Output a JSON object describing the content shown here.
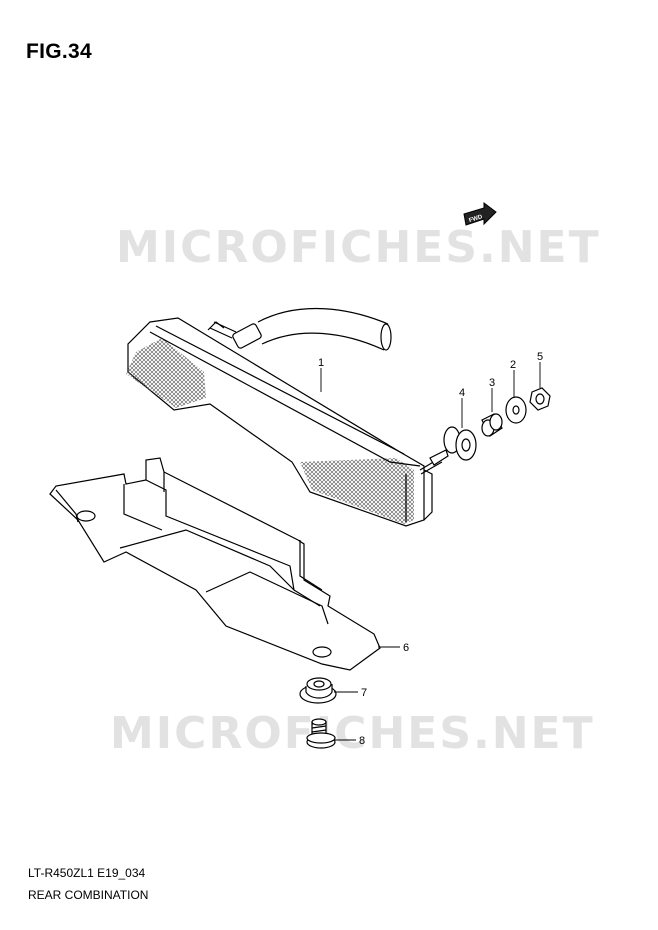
{
  "figure": {
    "title": "FIG.34"
  },
  "footer": {
    "model_code": "LT-R450ZL1 E19_034",
    "section_name": "REAR COMBINATION"
  },
  "watermark": {
    "text": "MICROFICHES.NET"
  },
  "fwd_badge": {
    "text": "FWD"
  },
  "callouts": [
    "1",
    "2",
    "3",
    "4",
    "5",
    "6",
    "7",
    "8"
  ],
  "colors": {
    "line": "#000000",
    "watermark": "#e2e2e2",
    "background": "#ffffff"
  }
}
